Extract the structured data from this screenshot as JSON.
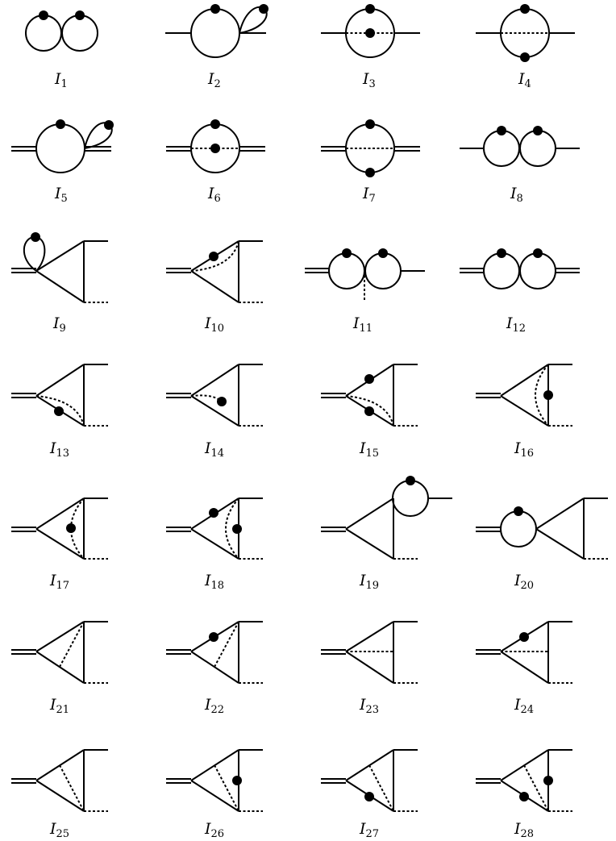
{
  "labels": [
    {
      "base": "I",
      "sub": "1"
    },
    {
      "base": "I",
      "sub": "2"
    },
    {
      "base": "I",
      "sub": "3"
    },
    {
      "base": "I",
      "sub": "4"
    },
    {
      "base": "I",
      "sub": "5"
    },
    {
      "base": "I",
      "sub": "6"
    },
    {
      "base": "I",
      "sub": "7"
    },
    {
      "base": "I",
      "sub": "8"
    },
    {
      "base": "I",
      "sub": "9"
    },
    {
      "base": "I",
      "sub": "10"
    },
    {
      "base": "I",
      "sub": "11"
    },
    {
      "base": "I",
      "sub": "12"
    },
    {
      "base": "I",
      "sub": "13"
    },
    {
      "base": "I",
      "sub": "14"
    },
    {
      "base": "I",
      "sub": "15"
    },
    {
      "base": "I",
      "sub": "16"
    },
    {
      "base": "I",
      "sub": "17"
    },
    {
      "base": "I",
      "sub": "18"
    },
    {
      "base": "I",
      "sub": "19"
    },
    {
      "base": "I",
      "sub": "20"
    },
    {
      "base": "I",
      "sub": "21"
    },
    {
      "base": "I",
      "sub": "22"
    },
    {
      "base": "I",
      "sub": "23"
    },
    {
      "base": "I",
      "sub": "24"
    },
    {
      "base": "I",
      "sub": "25"
    },
    {
      "base": "I",
      "sub": "26"
    },
    {
      "base": "I",
      "sub": "27"
    },
    {
      "base": "I",
      "sub": "28"
    }
  ]
}
